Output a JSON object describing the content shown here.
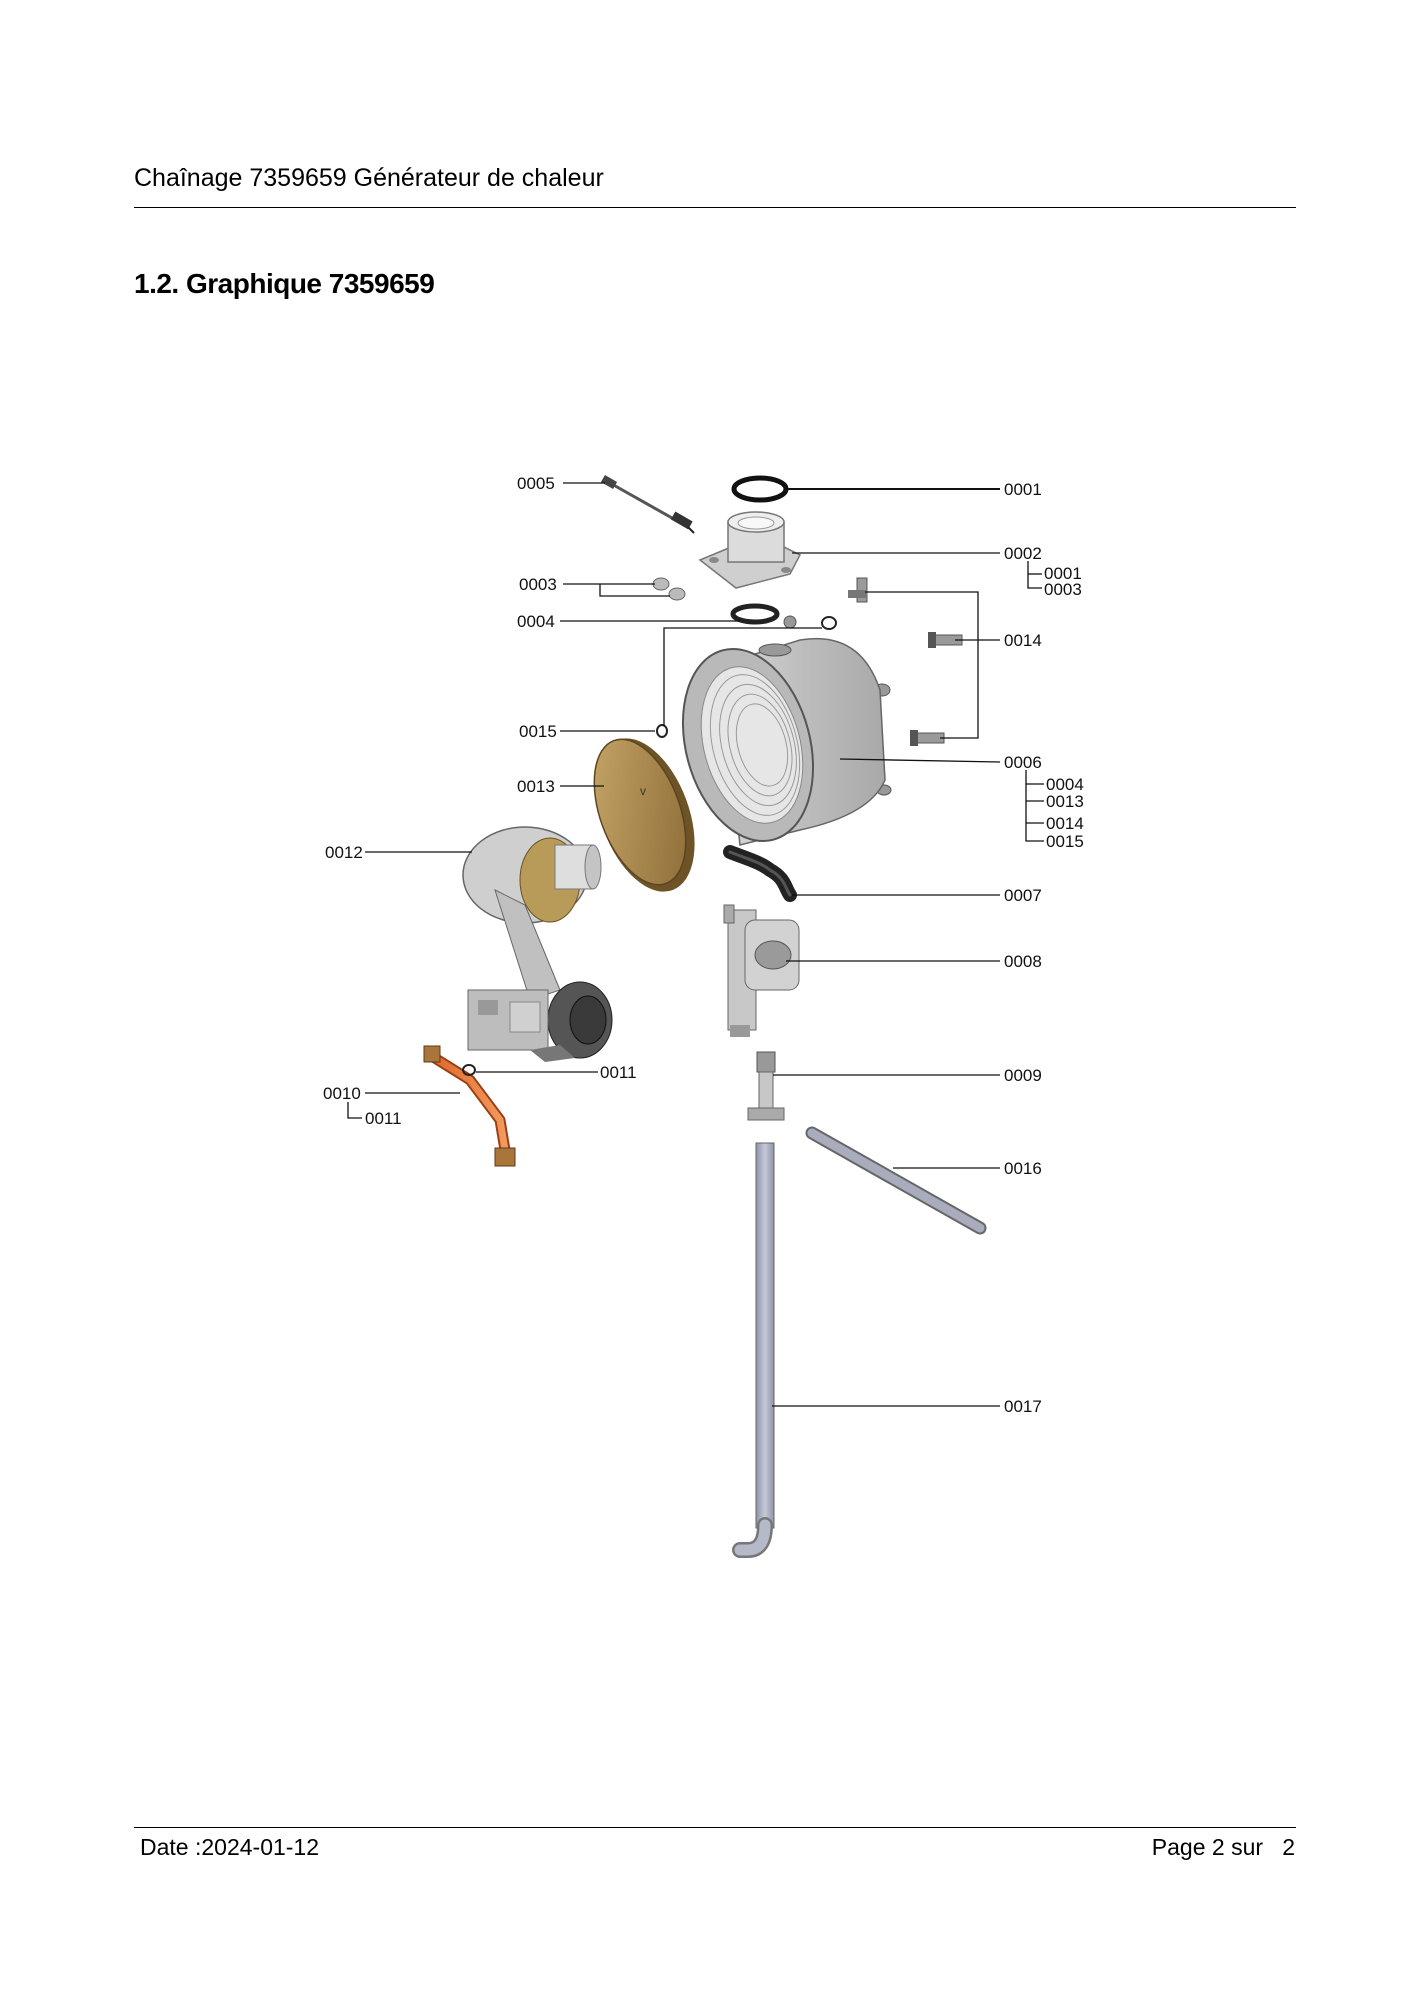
{
  "header": {
    "title": "Chaînage 7359659 Générateur de chaleur"
  },
  "section": {
    "title": "1.2. Graphique 7359659"
  },
  "callouts": {
    "c0001": "0001",
    "c0002": "0002",
    "c0002_sub1": "0001",
    "c0002_sub2": "0003",
    "c0003": "0003",
    "c0004": "0004",
    "c0005": "0005",
    "c0006": "0006",
    "c0006_sub1": "0004",
    "c0006_sub2": "0013",
    "c0006_sub3": "0014",
    "c0006_sub4": "0015",
    "c0007": "0007",
    "c0008": "0008",
    "c0009": "0009",
    "c0010": "0010",
    "c0010_sub1": "0011",
    "c0011": "0011",
    "c0012": "0012",
    "c0013": "0013",
    "c0014": "0014",
    "c0015": "0015",
    "c0016": "0016",
    "c0017": "0017"
  },
  "footer": {
    "date": "Date :2024-01-12",
    "page_prefix": "Page 2 sur",
    "page_total": "2"
  }
}
